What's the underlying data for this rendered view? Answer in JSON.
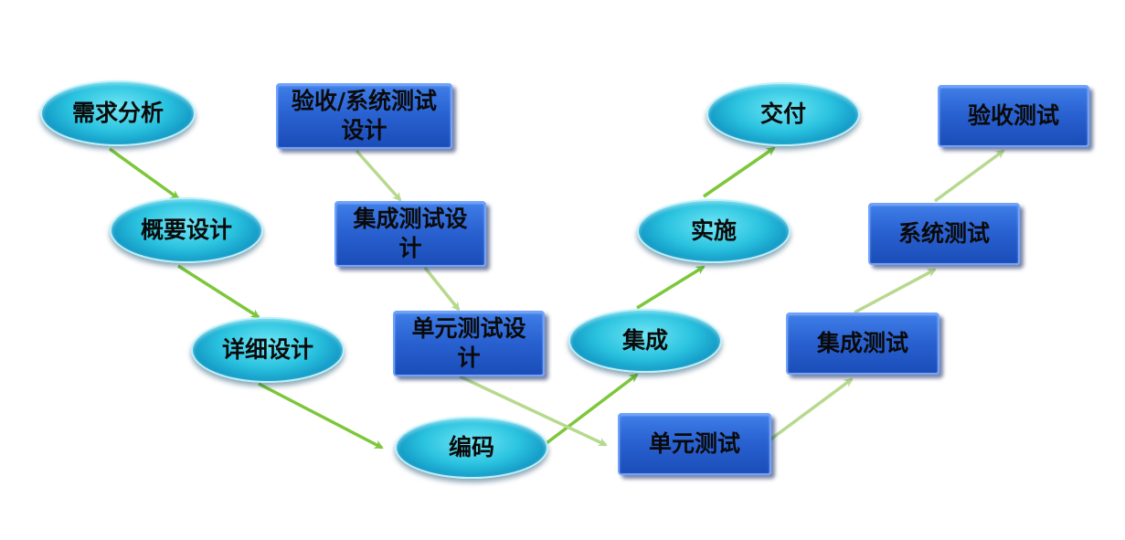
{
  "nodes": {
    "req_analysis": "需求分析",
    "overview_design": "概要设计",
    "detail_design": "详细设计",
    "coding": "编码",
    "integration": "集成",
    "implementation": "实施",
    "delivery": "交付",
    "acceptance_system_test_design": "验收/系统测试设计",
    "integration_test_design": "集成测试设计",
    "unit_test_design": "单元测试设计",
    "unit_test": "单元测试",
    "integration_test": "集成测试",
    "system_test": "系统测试",
    "acceptance_test": "验收测试"
  },
  "colors": {
    "dev_arrow": "#7cc73a",
    "test_arrow": "#b7d98e",
    "ellipse_fill": "#2bc3e0",
    "rect_fill": "#2a62d2"
  }
}
